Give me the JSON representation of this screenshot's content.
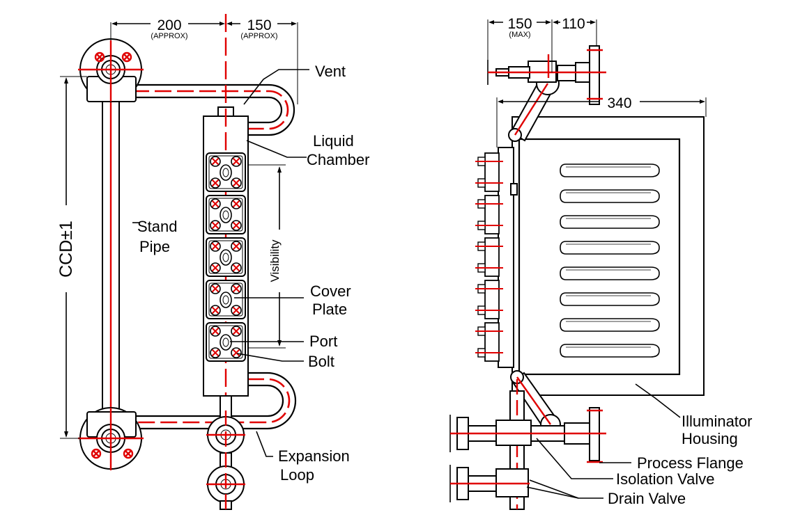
{
  "colors": {
    "outline": "#000000",
    "centerline": "#e00000",
    "background": "#ffffff"
  },
  "left_view": {
    "dim_200": "200",
    "dim_200_note": "(APPROX)",
    "dim_150": "150",
    "dim_150_note": "(APPROX)",
    "dim_ccd": "CCD±1",
    "visibility": "Visibility",
    "labels": {
      "vent": "Vent",
      "liquid_chamber_1": "Liquid",
      "liquid_chamber_2": "Chamber",
      "stand_pipe_1": "Stand",
      "stand_pipe_2": "Pipe",
      "cover_plate_1": "Cover",
      "cover_plate_2": "Plate",
      "port": "Port",
      "bolt": "Bolt",
      "expansion_loop_1": "Expansion",
      "expansion_loop_2": "Loop"
    }
  },
  "right_view": {
    "dim_150": "150",
    "dim_150_note": "(MAX)",
    "dim_110": "110",
    "dim_340": "340",
    "labels": {
      "illuminator_housing_1": "Illuminator",
      "illuminator_housing_2": "Housing",
      "process_flange": "Process Flange",
      "isolation_valve": "Isolation Valve",
      "drain_valve": "Drain Valve"
    }
  }
}
